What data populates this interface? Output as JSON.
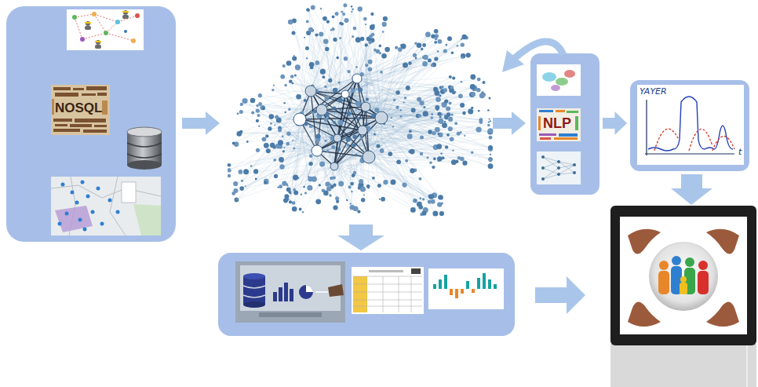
{
  "diagram": {
    "nodes": [
      {
        "text": [
          "NOSQL"
        ]
      },
      {
        "text": [
          "NLP"
        ]
      },
      {
        "text": [
          "YAYER",
          "t"
        ]
      }
    ],
    "edges": [
      {
        "from": 1,
        "to": 2,
        "arrow": "to"
      }
    ]
  }
}
